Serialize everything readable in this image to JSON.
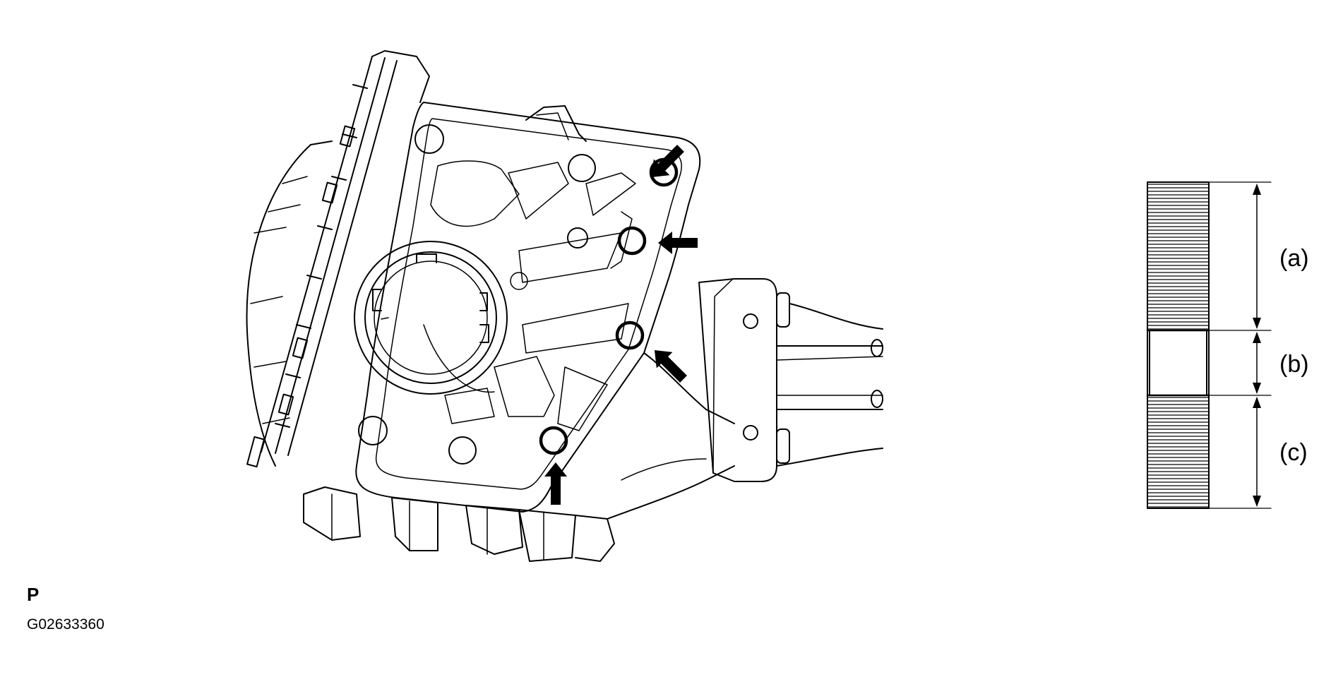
{
  "labels": {
    "a": "(a)",
    "b": "(b)",
    "c": "(c)"
  },
  "figure_mark": "P",
  "figure_code": "G02633360",
  "bolt_count": 4,
  "icons": [
    "arrow-icon",
    "circle-marker-icon"
  ]
}
